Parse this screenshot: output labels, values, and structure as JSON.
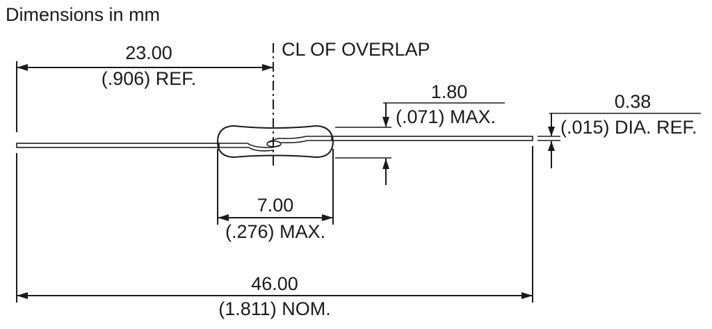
{
  "header": {
    "units_note": "Dimensions in mm"
  },
  "overlap": {
    "label": "CL OF OVERLAP"
  },
  "dims": {
    "half_length": {
      "metric": "23.00",
      "imperial": "(.906) REF."
    },
    "glass_diameter": {
      "metric": "1.80",
      "imperial": "(.071) MAX."
    },
    "lead_diameter": {
      "metric": "0.38",
      "imperial": "(.015) DIA. REF."
    },
    "glass_length": {
      "metric": "7.00",
      "imperial": "(.276) MAX."
    },
    "overall_length": {
      "metric": "46.00",
      "imperial": "(1.811) NOM."
    }
  }
}
